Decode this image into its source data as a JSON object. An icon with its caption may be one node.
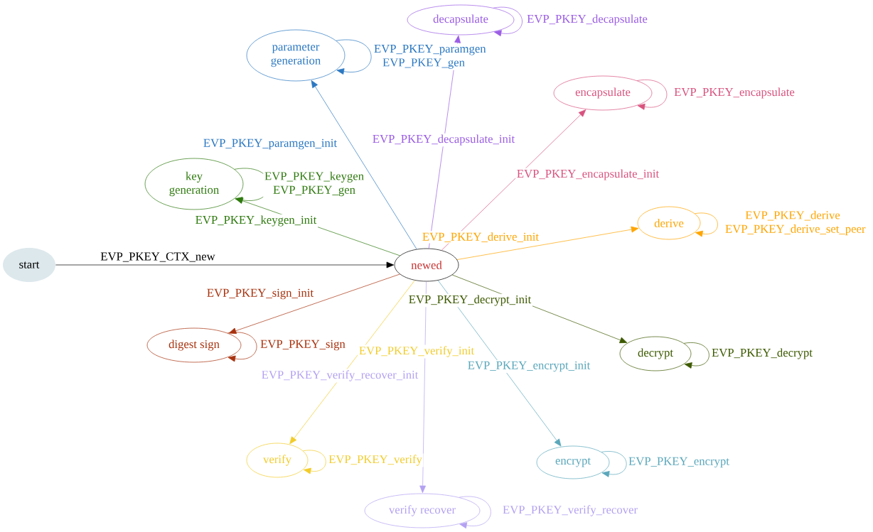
{
  "diagram": {
    "nodes": [
      {
        "text": [
          "decapsulate"
        ]
      },
      {
        "text": [
          "parameter generation"
        ]
      },
      {
        "text": [
          "encapsulate"
        ]
      },
      {
        "text": [
          "key generation"
        ]
      },
      {
        "text": [
          "derive"
        ]
      },
      {
        "text": [
          "start"
        ]
      },
      {
        "text": [
          "newed"
        ]
      },
      {
        "text": [
          "digest sign"
        ]
      },
      {
        "text": [
          "decrypt"
        ]
      },
      {
        "text": [
          "verify"
        ]
      },
      {
        "text": [
          "encrypt"
        ]
      },
      {
        "text": [
          "verify recover"
        ]
      }
    ],
    "edges": [
      {
        "from": 5,
        "to": 6,
        "arrow": "to",
        "label": "EVP_PKEY_CTX_new",
        "color": "#000000"
      },
      {
        "from": 6,
        "to": 0,
        "arrow": "to",
        "label": "EVP_PKEY_decapsulate_init",
        "color": "#9b5de5"
      },
      {
        "from": 6,
        "to": 1,
        "arrow": "to",
        "label": "EVP_PKEY_paramgen_init",
        "color": "#2b78c2"
      },
      {
        "from": 6,
        "to": 2,
        "arrow": "to",
        "label": "EVP_PKEY_encapsulate_init",
        "color": "#d9537f"
      },
      {
        "from": 6,
        "to": 3,
        "arrow": "to",
        "label": "EVP_PKEY_keygen_init",
        "color": "#2e7a0e"
      },
      {
        "from": 6,
        "to": 4,
        "arrow": "to",
        "label": "EVP_PKEY_derive_init",
        "color": "#ffa500"
      },
      {
        "from": 6,
        "to": 7,
        "arrow": "to",
        "label": "EVP_PKEY_sign_init",
        "color": "#a8320e"
      },
      {
        "from": 6,
        "to": 8,
        "arrow": "to",
        "label": "EVP_PKEY_decrypt_init",
        "color": "#3d5a00"
      },
      {
        "from": 6,
        "to": 9,
        "arrow": "to",
        "label": "EVP_PKEY_verify_init",
        "color": "#f2cc2a"
      },
      {
        "from": 6,
        "to": 11,
        "arrow": "to",
        "label": "EVP_PKEY_verify_recover_init",
        "color": "#b3a1f2"
      },
      {
        "from": 6,
        "to": 10,
        "arrow": "to",
        "label": "EVP_PKEY_encrypt_init",
        "color": "#5aa7bb"
      },
      {
        "from": 0,
        "to": 0,
        "arrow": "to",
        "label": "EVP_PKEY_decapsulate",
        "color": "#9b5de5"
      },
      {
        "from": 1,
        "to": 1,
        "arrow": "to",
        "label": "EVP_PKEY_paramgen EVP_PKEY_gen",
        "color": "#2b78c2"
      },
      {
        "from": 2,
        "to": 2,
        "arrow": "to",
        "label": "EVP_PKEY_encapsulate",
        "color": "#d9537f"
      },
      {
        "from": 3,
        "to": 3,
        "arrow": "to",
        "label": "EVP_PKEY_keygen EVP_PKEY_gen",
        "color": "#2e7a0e"
      },
      {
        "from": 4,
        "to": 4,
        "arrow": "to",
        "label": "EVP_PKEY_derive EVP_PKEY_derive_set_peer",
        "color": "#ffa500"
      },
      {
        "from": 7,
        "to": 7,
        "arrow": "to",
        "label": "EVP_PKEY_sign",
        "color": "#a8320e"
      },
      {
        "from": 8,
        "to": 8,
        "arrow": "to",
        "label": "EVP_PKEY_decrypt",
        "color": "#3d5a00"
      },
      {
        "from": 9,
        "to": 9,
        "arrow": "to",
        "label": "EVP_PKEY_verify",
        "color": "#f2cc2a"
      },
      {
        "from": 10,
        "to": 10,
        "arrow": "to",
        "label": "EVP_PKEY_encrypt",
        "color": "#5aa7bb"
      },
      {
        "from": 11,
        "to": 11,
        "arrow": "to",
        "label": "EVP_PKEY_verify_recover",
        "color": "#b3a1f2"
      }
    ]
  }
}
